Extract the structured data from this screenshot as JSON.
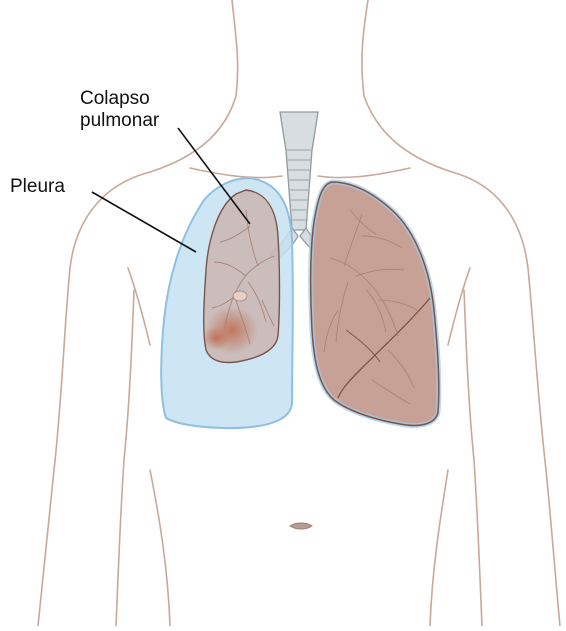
{
  "labels": {
    "collapsed_lung_line1": "Colapso",
    "collapsed_lung_line2": "pulmonar",
    "pleura": "Pleura"
  },
  "colors": {
    "background": "#ffffff",
    "body_outline": "#c9a898",
    "pleura_fill": "#c6e0f1",
    "pleura_stroke": "#8fc0e0",
    "lung_fill": "#c8a196",
    "lung_stroke": "#7a5448",
    "vessel": "#a88478",
    "trachea": "#cfd6d8",
    "trachea_stroke": "#8f9a9e",
    "bruise": "#c97a5e",
    "leader_line": "#111111"
  }
}
